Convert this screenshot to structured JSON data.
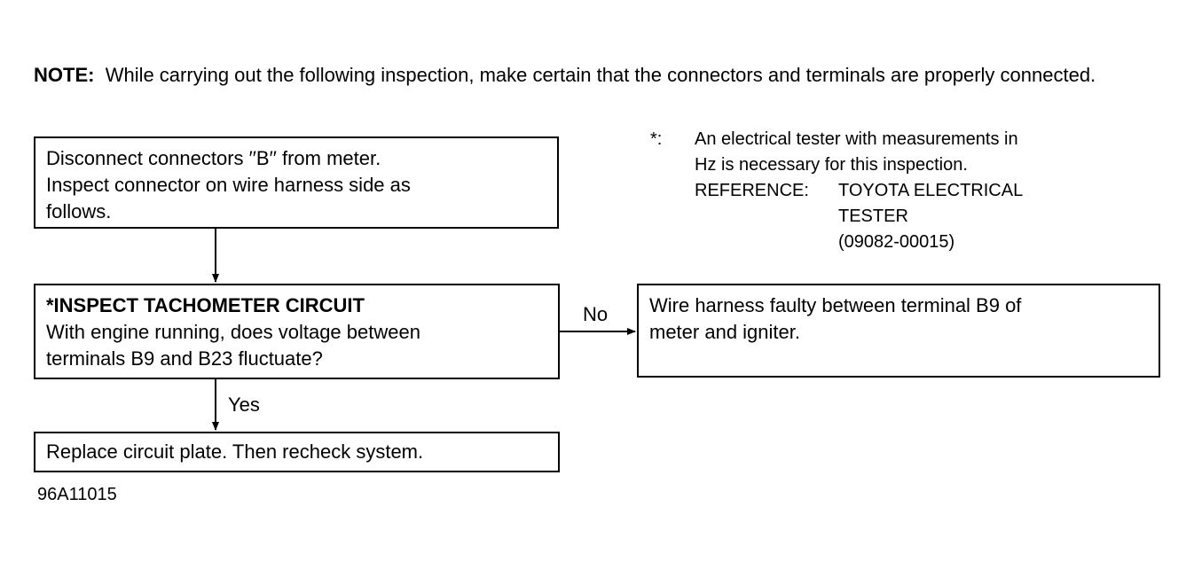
{
  "note": {
    "label": "NOTE:",
    "text": "While carrying out the following inspection, make certain that the connectors and terminals are properly connected."
  },
  "steps": {
    "disconnect": {
      "lines": [
        "Disconnect connectors ′′B′′ from meter.",
        "Inspect connector on wire harness side as",
        "follows."
      ]
    },
    "inspect": {
      "heading": "*INSPECT TACHOMETER CIRCUIT",
      "lines": [
        "With engine running, does voltage between",
        "terminals B9 and B23 fluctuate?"
      ]
    },
    "harness": {
      "lines": [
        "Wire harness faulty between terminal B9 of",
        "meter and igniter."
      ]
    },
    "replace": {
      "text": "Replace circuit plate. Then recheck system."
    }
  },
  "branches": {
    "no": "No",
    "yes": "Yes"
  },
  "footnote": {
    "marker": "*:",
    "lines": [
      "An electrical tester with measurements in",
      "Hz is necessary for this inspection."
    ],
    "reference_label": "REFERENCE:",
    "reference_lines": [
      "TOYOTA ELECTRICAL",
      "TESTER",
      "(09082-00015)"
    ]
  },
  "figure_id": "96A11015"
}
